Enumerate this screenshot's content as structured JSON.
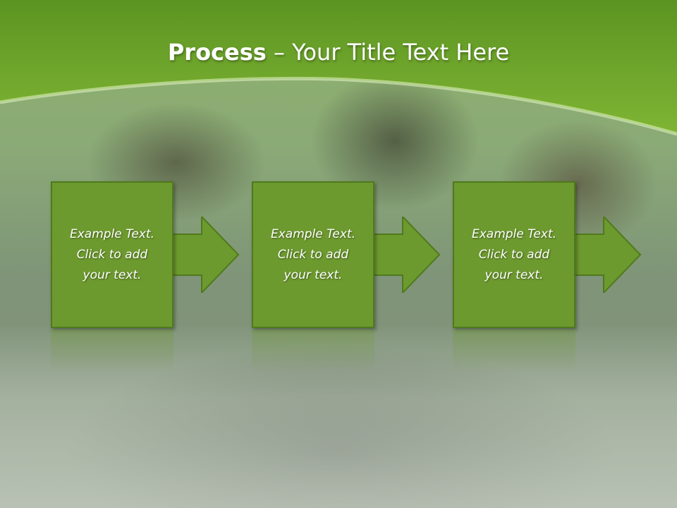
{
  "slide": {
    "title_bold": "Process",
    "title_rest": " – Your Title Text Here"
  },
  "steps": [
    {
      "text": "Example Text.\nClick  to add\nyour text."
    },
    {
      "text": "Example Text.\nClick  to add\nyour text."
    },
    {
      "text": "Example Text.\nClick  to add\nyour text."
    }
  ],
  "colors": {
    "header_green": "#6aa527",
    "box_green": "#6d9a2e",
    "box_border": "#4f7a1c",
    "title_text": "#ffffff"
  }
}
